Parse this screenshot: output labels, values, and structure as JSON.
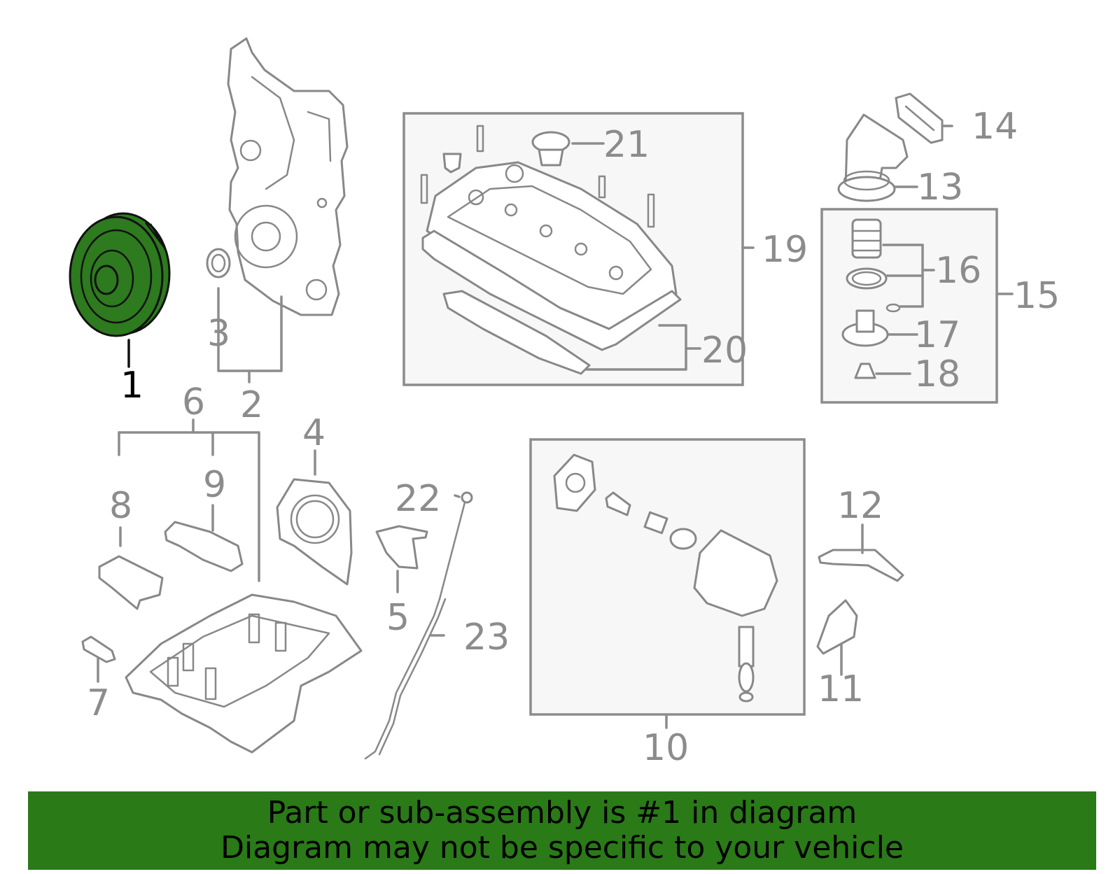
{
  "colors": {
    "highlight": "#2d7a1f",
    "banner": "#2a7a18",
    "line": "#8c8c8c"
  },
  "callouts": {
    "c1": "1",
    "c2a": "2",
    "c2b": "2",
    "c3": "3",
    "c4": "4",
    "c5": "5",
    "c6": "6",
    "c7": "7",
    "c8": "8",
    "c9": "9",
    "c10": "10",
    "c11": "11",
    "c12": "12",
    "c13": "13",
    "c14": "14",
    "c15": "15",
    "c16": "16",
    "c17": "17",
    "c18": "18",
    "c19": "19",
    "c20": "20",
    "c21": "21",
    "c22": "22",
    "c23": "23"
  },
  "banner": {
    "line1": "Part or sub-assembly is #1 in diagram",
    "line2": "Diagram may not be specific to your vehicle"
  }
}
